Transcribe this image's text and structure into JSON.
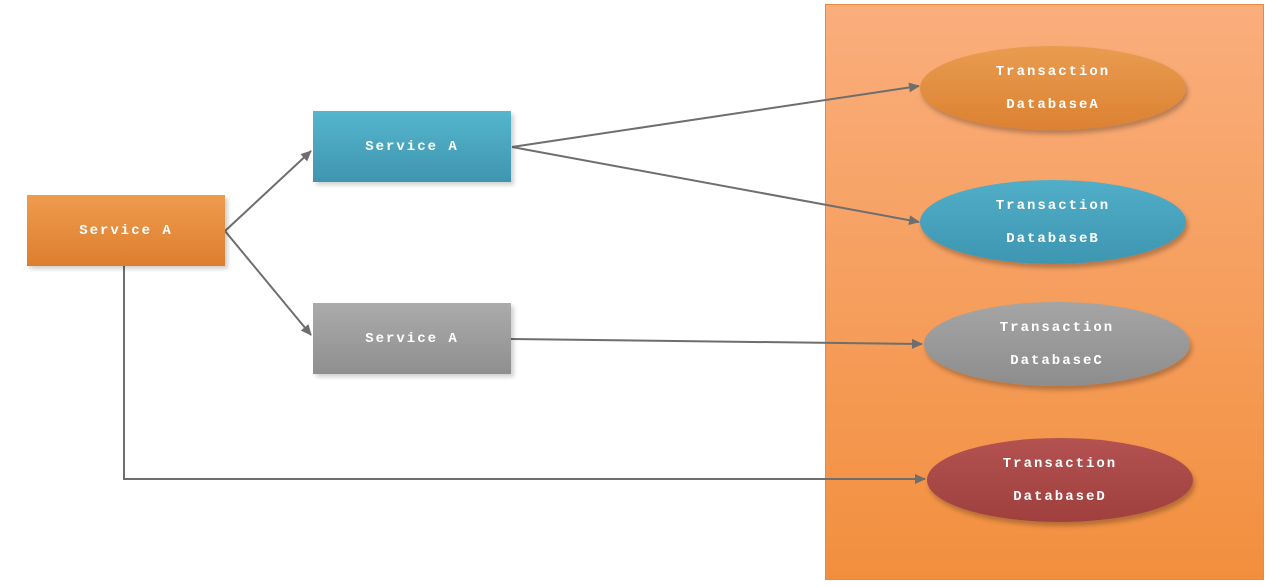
{
  "diagram": {
    "services": [
      {
        "id": "service-orange",
        "label": "Service A",
        "color_top": "#EF9B4E",
        "color_bottom": "#DD7E2E"
      },
      {
        "id": "service-teal",
        "label": "Service A",
        "color_top": "#55B6CD",
        "color_bottom": "#3E95AF"
      },
      {
        "id": "service-gray",
        "label": "Service A",
        "color_top": "#ABABAB",
        "color_bottom": "#8F8F8F"
      }
    ],
    "databases": [
      {
        "id": "database-a",
        "line1": "Transaction",
        "line2": "DatabaseA",
        "color_top": "#E99C50",
        "color_bottom": "#DC8132"
      },
      {
        "id": "database-b",
        "line1": "Transaction",
        "line2": "DatabaseB",
        "color_top": "#51AEC8",
        "color_bottom": "#3E96B1"
      },
      {
        "id": "database-c",
        "line1": "Transaction",
        "line2": "DatabaseC",
        "color_top": "#A5A5A5",
        "color_bottom": "#8D8D8D"
      },
      {
        "id": "database-d",
        "line1": "Transaction",
        "line2": "DatabaseD",
        "color_top": "#B35250",
        "color_bottom": "#9F403E"
      }
    ],
    "panel": {
      "fill_top": "#FAAE7C",
      "fill_bottom": "#F28F3E",
      "border_color": "#E9893B"
    },
    "connections": [
      {
        "from": "service-orange",
        "to": "service-teal"
      },
      {
        "from": "service-orange",
        "to": "service-gray"
      },
      {
        "from": "service-teal",
        "to": "database-a"
      },
      {
        "from": "service-teal",
        "to": "database-b"
      },
      {
        "from": "service-gray",
        "to": "database-c"
      },
      {
        "from": "service-orange",
        "to": "database-d"
      }
    ],
    "arrow_color": "#6E6E6E",
    "text_color": "#FFFFFF"
  }
}
